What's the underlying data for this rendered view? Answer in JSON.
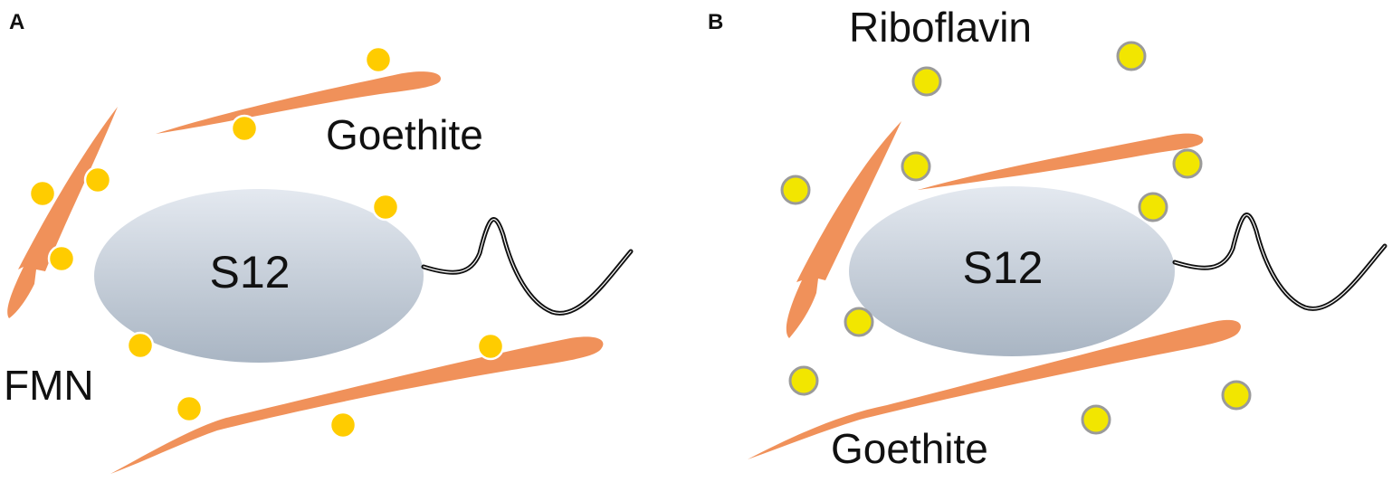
{
  "panels": [
    {
      "id": "A",
      "label": "A",
      "cell_label": "S12",
      "mineral_label": "Goethite",
      "molecule_label": "FMN",
      "molecule_style": "bound (white rim)"
    },
    {
      "id": "B",
      "label": "B",
      "cell_label": "S12",
      "mineral_label": "Goethite",
      "molecule_label": "Riboflavin",
      "molecule_style": "free (grey rim)"
    }
  ],
  "colors": {
    "goethite": "#F0915A",
    "molecule_fmn": "#FFCC00",
    "molecule_riboflavin": "#F2E600",
    "cell_top": "#DEE4EC",
    "cell_bottom": "#AEB9C6",
    "flagellum": "#111111"
  }
}
